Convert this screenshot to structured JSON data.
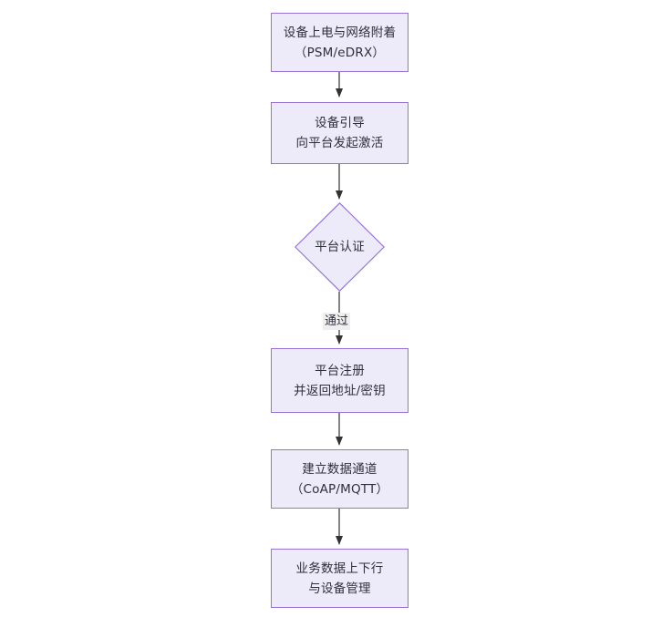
{
  "diagram": {
    "type": "flowchart",
    "orientation": "top-to-bottom",
    "title": "",
    "theme": {
      "node_fill": "#EDEAFA",
      "node_border": "#9673D4",
      "text_color": "#30303a",
      "edge_color": "#333333",
      "edge_label_background": "#efefef",
      "canvas_background": "#ffffff"
    },
    "nodes": [
      {
        "id": "n1",
        "shape": "rectangle",
        "text": "设备上电与网络附着\n（PSM/eDRX）",
        "line1": "设备上电与网络附着",
        "line2": "（PSM/eDRX）"
      },
      {
        "id": "n2",
        "shape": "rectangle",
        "text": "设备引导\n向平台发起激活",
        "line1": "设备引导",
        "line2": "向平台发起激活"
      },
      {
        "id": "n3",
        "shape": "diamond",
        "text": "平台认证",
        "line1": "平台认证",
        "line2": ""
      },
      {
        "id": "n4",
        "shape": "rectangle",
        "text": "平台注册\n并返回地址/密钥",
        "line1": "平台注册",
        "line2": "并返回地址/密钥"
      },
      {
        "id": "n5",
        "shape": "rectangle",
        "text": "建立数据通道\n（CoAP/MQTT）",
        "line1": "建立数据通道",
        "line2": "（CoAP/MQTT）"
      },
      {
        "id": "n6",
        "shape": "rectangle",
        "text": "业务数据上下行\n与设备管理",
        "line1": "业务数据上下行",
        "line2": "与设备管理"
      }
    ],
    "edges": [
      {
        "from": "n1",
        "to": "n2",
        "label": ""
      },
      {
        "from": "n2",
        "to": "n3",
        "label": ""
      },
      {
        "from": "n3",
        "to": "n4",
        "label": "通过"
      },
      {
        "from": "n4",
        "to": "n5",
        "label": ""
      },
      {
        "from": "n5",
        "to": "n6",
        "label": ""
      }
    ]
  }
}
